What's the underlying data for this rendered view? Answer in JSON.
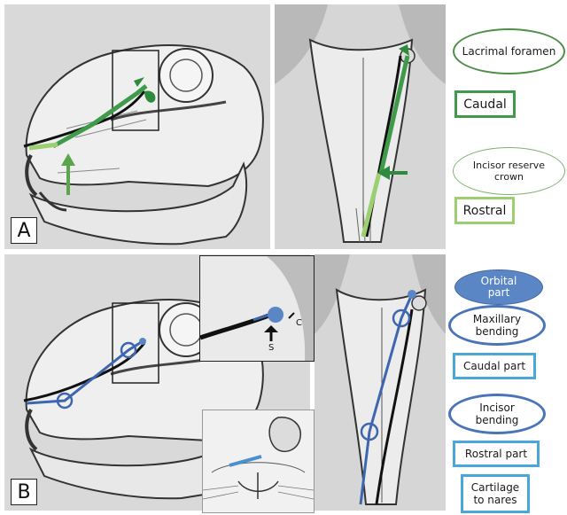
{
  "panels": {
    "a_label": "A",
    "b_label": "B",
    "inset_labels": {
      "c": "C",
      "s": "S"
    }
  },
  "legend_a": [
    {
      "id": "lacrimal-foramen",
      "text": "Lacrimal foramen",
      "style": "ellipse-green-dark"
    },
    {
      "id": "caudal",
      "text": "Caudal",
      "style": "box-green-dark"
    },
    {
      "id": "incisor-reserve-crown",
      "text": "Incisor reserve crown",
      "style": "ellipse-green-light"
    },
    {
      "id": "rostral",
      "text": "Rostral",
      "style": "box-green-light"
    }
  ],
  "legend_b": [
    {
      "id": "orbital-part",
      "text": "Orbital part",
      "style": "ellipse-blue-fill"
    },
    {
      "id": "maxillary-bending",
      "text": "Maxillary bending",
      "style": "ellipse-blue-outline"
    },
    {
      "id": "caudal-part",
      "text": "Caudal part",
      "style": "box-blue"
    },
    {
      "id": "incisor-bending",
      "text": "Incisor bending",
      "style": "ellipse-blue-outline"
    },
    {
      "id": "rostral-part",
      "text": "Rostral part",
      "style": "box-blue"
    },
    {
      "id": "cartilage-to-nares",
      "text": "Cartilage to nares",
      "style": "box-blue"
    }
  ],
  "colors": {
    "green_dark": "#3f9a4a",
    "green_light": "#9ccf6f",
    "blue_line": "#3e66b0",
    "blue_fill": "#5b86c6",
    "box_blue": "#4aa7da"
  }
}
